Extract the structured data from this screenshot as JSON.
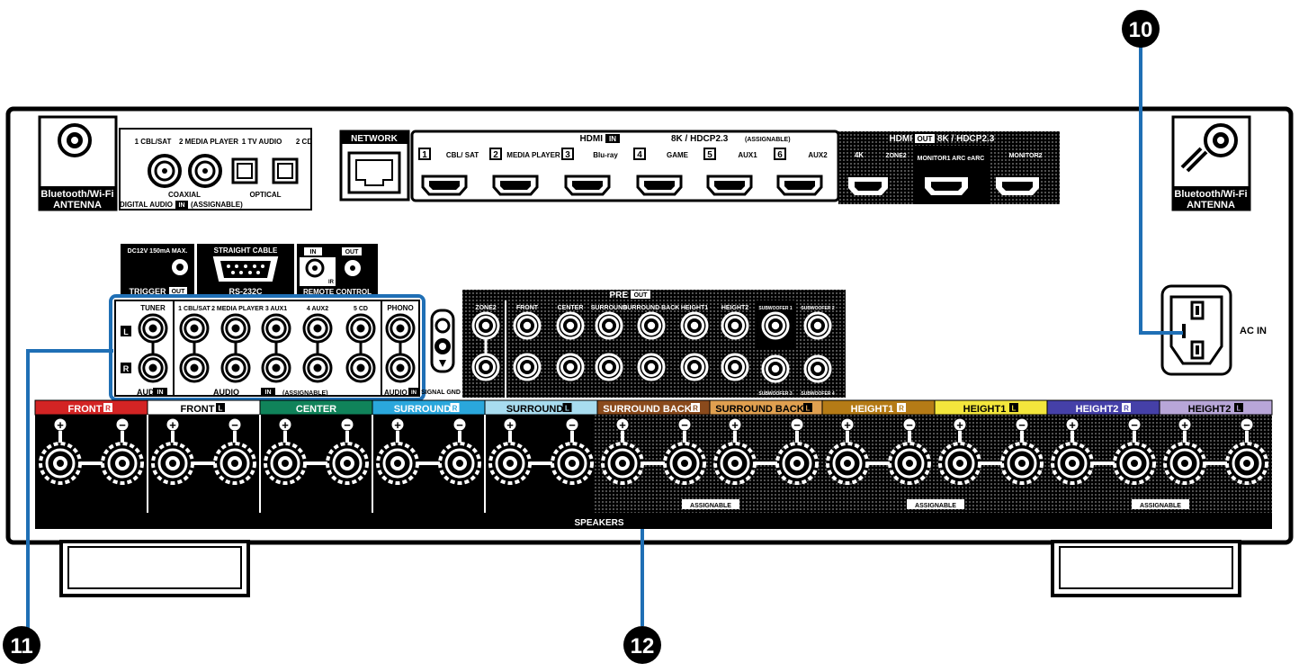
{
  "callouts": {
    "c10": "10",
    "c11": "11",
    "c12": "12"
  },
  "antenna": {
    "left_line1": "Bluetooth/Wi-Fi",
    "left_line2": "ANTENNA",
    "right_line1": "Bluetooth/Wi-Fi",
    "right_line2": "ANTENNA"
  },
  "digital_audio": {
    "ports": [
      "1 CBL/SAT",
      "2 MEDIA PLAYER",
      "1 TV AUDIO",
      "2 CD"
    ],
    "coaxial": "COAXIAL",
    "optical": "OPTICAL",
    "label_prefix": "DIGITAL AUDIO",
    "label_in": "IN",
    "label_suffix": "(ASSIGNABLE)"
  },
  "network": {
    "label": "NETWORK"
  },
  "hdmi_in": {
    "title_prefix": "HDMI",
    "title_in": "IN",
    "spec": "8K / HDCP2.3",
    "assignable": "(ASSIGNABLE)",
    "ports": [
      {
        "num": "1",
        "name": "CBL/ SAT"
      },
      {
        "num": "2",
        "name": "MEDIA PLAYER"
      },
      {
        "num": "3",
        "name": "Blu-ray"
      },
      {
        "num": "4",
        "name": "GAME"
      },
      {
        "num": "5",
        "name": "AUX1"
      },
      {
        "num": "6",
        "name": "AUX2"
      }
    ]
  },
  "hdmi_out": {
    "title_prefix": "HDMI",
    "title_out": "OUT",
    "spec": "8K / HDCP2.3",
    "ports": [
      "4K",
      "ZONE2",
      "MONITOR1 ARC eARC",
      "MONITOR2"
    ]
  },
  "trigger": {
    "spec": "DC12V 150mA MAX.",
    "label": "TRIGGER",
    "out": "OUT"
  },
  "rs232c": {
    "cable": "STRAIGHT CABLE",
    "label": "RS-232C"
  },
  "remote": {
    "in": "IN",
    "out": "OUT",
    "ir": "IR",
    "label": "REMOTE CONTROL"
  },
  "audio_in": {
    "tuner": "TUNER",
    "ports": [
      "1 CBL/SAT",
      "2 MEDIA PLAYER",
      "3 AUX1",
      "4 AUX2",
      "5 CD"
    ],
    "phono": "PHONO",
    "l": "L",
    "r": "R",
    "audio_in_label": "AUDIO",
    "in": "IN",
    "assignable": "(ASSIGNABLE)",
    "signal_gnd": "SIGNAL GND"
  },
  "pre_out": {
    "title": "PRE",
    "out": "OUT",
    "ports": [
      "ZONE2",
      "FRONT",
      "CENTER",
      "SURROUND",
      "SURROUND BACK",
      "HEIGHT1",
      "HEIGHT2",
      "SUBWOOFER 1",
      "SUBWOOFER 2"
    ],
    "sub_bottom": [
      "SUBWOOFER 3",
      "SUBWOOFER 4"
    ]
  },
  "ac_in": {
    "label": "AC IN"
  },
  "speakers": {
    "label": "SPEAKERS",
    "assignable": "ASSIGNABLE",
    "plus": "+",
    "minus": "−",
    "channels": [
      {
        "name": "FRONT",
        "side": "R",
        "color": "#d32424"
      },
      {
        "name": "FRONT",
        "side": "L",
        "color": "#ffffff"
      },
      {
        "name": "CENTER",
        "side": "",
        "color": "#10835a"
      },
      {
        "name": "SURROUND",
        "side": "R",
        "color": "#2aa7dc"
      },
      {
        "name": "SURROUND",
        "side": "L",
        "color": "#a8dcef"
      },
      {
        "name": "SURROUND BACK",
        "side": "R",
        "color": "#8a4a1c"
      },
      {
        "name": "SURROUND BACK",
        "side": "L",
        "color": "#e0a050"
      },
      {
        "name": "HEIGHT1",
        "side": "R",
        "color": "#b57b16"
      },
      {
        "name": "HEIGHT1",
        "side": "L",
        "color": "#f3e63c"
      },
      {
        "name": "HEIGHT2",
        "side": "R",
        "color": "#4540a8"
      },
      {
        "name": "HEIGHT2",
        "side": "L",
        "color": "#b8a6d8"
      }
    ]
  },
  "colors": {
    "callout_line": "#1f6fb5",
    "panel": "#000000"
  }
}
